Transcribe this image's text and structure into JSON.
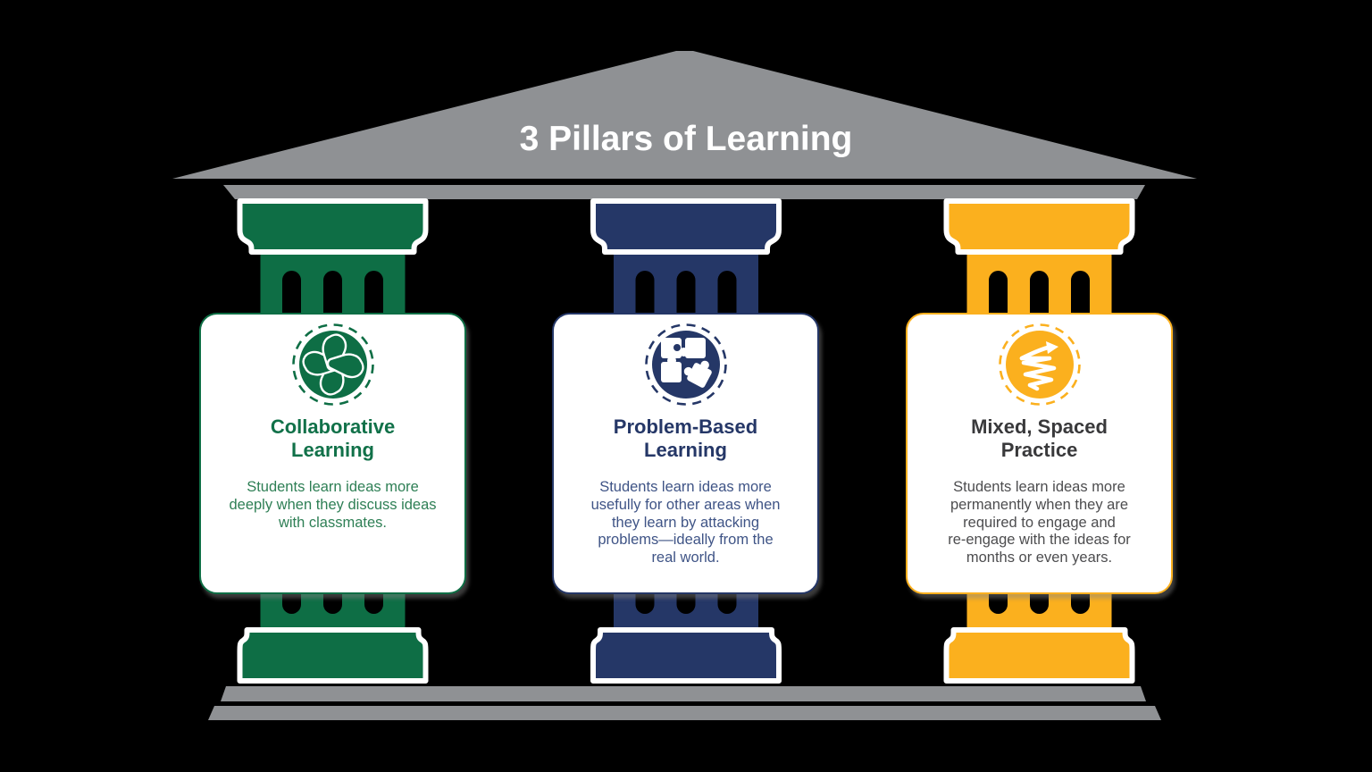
{
  "background": "#000000",
  "pediment": {
    "title": "3 Pillars of Learning",
    "color": "#8f9194",
    "text_color": "#ffffff"
  },
  "structure": {
    "architrave_color": "#8f9194",
    "steps_color": "#8f9194",
    "outline_color": "#ffffff"
  },
  "pillars": [
    {
      "name": "collaborative-learning",
      "color": "#0e6e45",
      "icon": "hands-together-icon",
      "title": "Collaborative\nLearning",
      "title_color": "#117149",
      "body": "Students learn ideas more\ndeeply when they discuss ideas\nwith classmates.",
      "body_color": "#2e7f55"
    },
    {
      "name": "problem-based-learning",
      "color": "#253767",
      "icon": "puzzle-pieces-icon",
      "title": "Problem-Based\nLearning",
      "title_color": "#253767",
      "body": "Students learn ideas more\nusefully for other areas when\nthey learn by attacking\nproblems—ideally from the\nreal world.",
      "body_color": "#3f5486"
    },
    {
      "name": "mixed-spaced-practice",
      "color": "#fbb01e",
      "icon": "scribble-arrow-icon",
      "title": "Mixed, Spaced\nPractice",
      "title_color": "#39393b",
      "body": "Students learn ideas more\npermanently when they are\nrequired to engage and\nre-engage with the ideas for\nmonths or even years.",
      "body_color": "#4d4d4f"
    }
  ]
}
